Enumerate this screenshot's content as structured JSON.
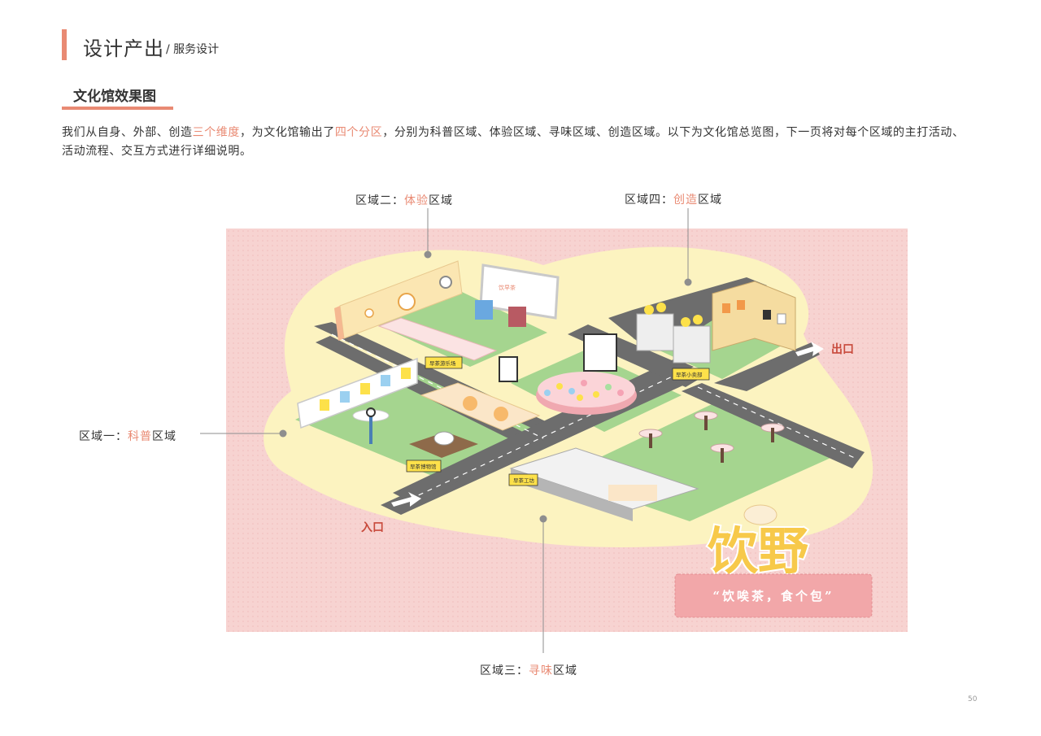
{
  "header": {
    "title": "设计产出",
    "subtitle": "/ 服务设计"
  },
  "section": {
    "title": "文化馆效果图"
  },
  "intro": {
    "p1": "我们从自身、外部、创造",
    "h1": "三个维度",
    "p2": "，为文化馆输出了",
    "h2": "四个分区",
    "p3": "，分别为科普区域、体验区域、寻味区域、创造区域。以下为文化馆总览图，下一页将对每个区域的主打活动、活动流程、交互方式进行详细说明。"
  },
  "zones": {
    "zone1": {
      "prefix": "区域一：",
      "highlight": "科普",
      "suffix": "区域"
    },
    "zone2": {
      "prefix": "区域二：",
      "highlight": "体验",
      "suffix": "区域"
    },
    "zone3": {
      "prefix": "区域三：",
      "highlight": "寻味",
      "suffix": "区域"
    },
    "zone4": {
      "prefix": "区域四：",
      "highlight": "创造",
      "suffix": "区域"
    }
  },
  "map": {
    "entrance": "入口",
    "exit": "出口",
    "signs": {
      "playground": "早茶游乐场",
      "museum": "早茶博物馆",
      "workshop": "早茶工坊",
      "shop": "早茶小卖部"
    },
    "board_text": "饮早茶",
    "logo_text": "饮野",
    "slogan": "“饮唉茶，食个包”"
  },
  "colors": {
    "accent": "#e98a73",
    "map_bg": "#f7d3d1",
    "island": "#fcf3c0",
    "grass": "#a5d58f",
    "road": "#6d6d6d"
  },
  "page_number": "50"
}
